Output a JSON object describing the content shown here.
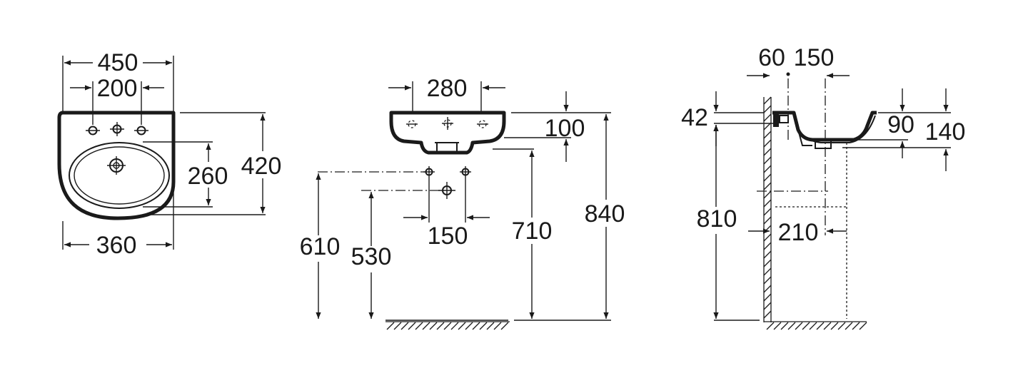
{
  "colors": {
    "line": "#1a1a1a",
    "background": "#ffffff"
  },
  "front_view": {
    "width_450": "450",
    "tap_spacing_200": "200",
    "depth_420": "420",
    "bowl_260": "260",
    "bowl_360": "360"
  },
  "side_view": {
    "width_280": "280",
    "height_100": "100",
    "height_840": "840",
    "height_710": "710",
    "height_610": "610",
    "height_530": "530",
    "spacing_150": "150"
  },
  "section_view": {
    "offset_60": "60",
    "offset_150": "150",
    "height_42": "42",
    "depth_90": "90",
    "depth_140": "140",
    "height_810": "810",
    "depth_210": "210"
  }
}
